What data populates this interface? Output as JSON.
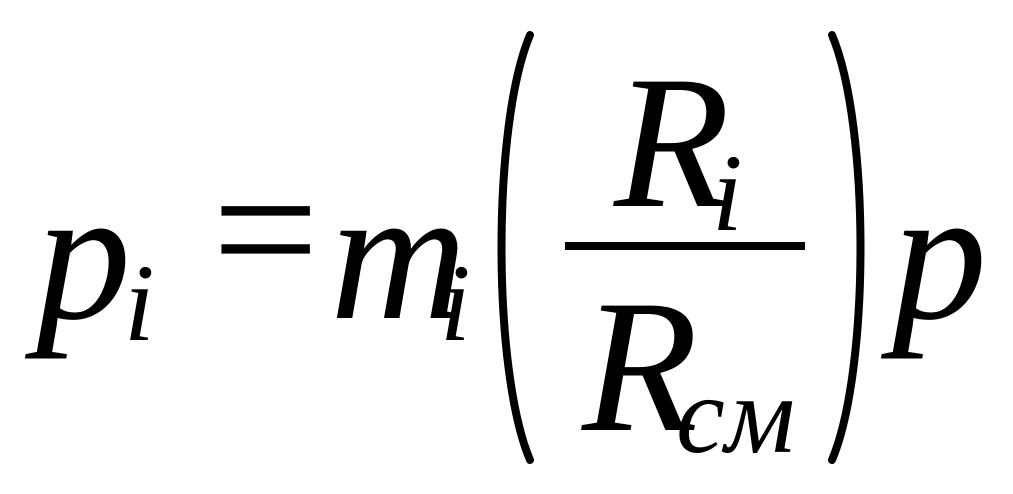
{
  "formula": {
    "lhs": {
      "base": "p",
      "subscript": "i"
    },
    "equals": "=",
    "coef": {
      "base": "m",
      "subscript": "i"
    },
    "fraction": {
      "numerator": {
        "base": "R",
        "subscript": "i"
      },
      "denominator": {
        "base": "R",
        "subscript": "см"
      }
    },
    "trailing": "p"
  },
  "colors": {
    "ink": "#000000",
    "background": "#ffffff"
  }
}
